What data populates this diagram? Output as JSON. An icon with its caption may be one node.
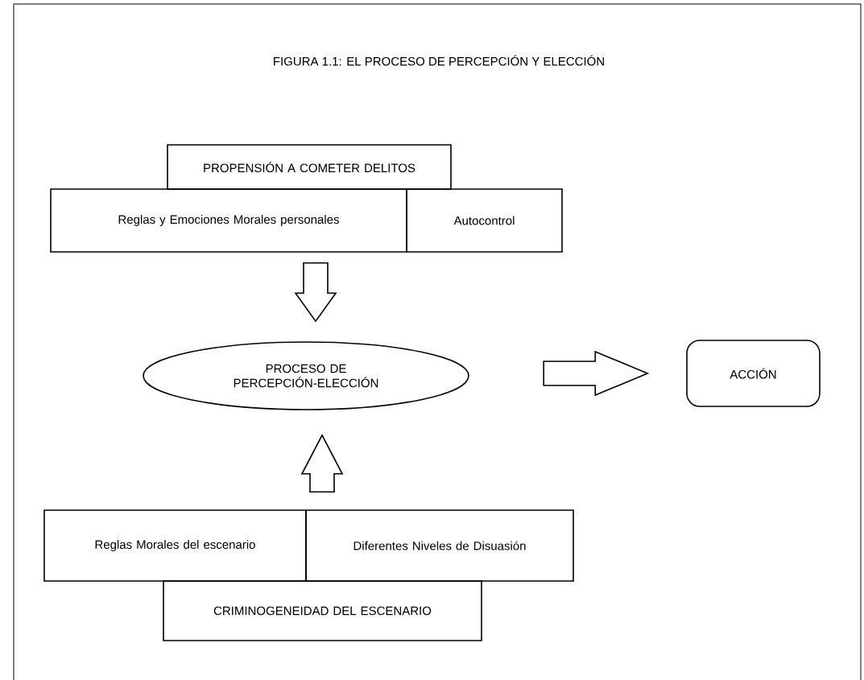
{
  "diagram": {
    "title": "FIGURA 1.1: EL PROCESO DE PERCEPCIÓN Y ELECCIÓN",
    "nodes": [
      {
        "text": [
          "PROPENSIÓN A COMETER DELITOS"
        ]
      },
      {
        "text": [
          "Reglas y Emociones Morales personales"
        ]
      },
      {
        "text": [
          "Autocontrol"
        ]
      },
      {
        "text": [
          "PROCESO DE PERCEPCIÓN-ELECCIÓN"
        ]
      },
      {
        "text": [
          "ACCIÓN"
        ]
      },
      {
        "text": [
          "Reglas Morales del escenario"
        ]
      },
      {
        "text": [
          "Diferentes Niveles de Disuasión"
        ]
      },
      {
        "text": [
          "CRIMINOGENEIDAD DEL ESCENARIO"
        ]
      }
    ],
    "edges": [
      {
        "from": 1,
        "to": 3,
        "arrow": "to"
      },
      {
        "from": 6,
        "to": 3,
        "arrow": "to"
      },
      {
        "from": 3,
        "to": 4,
        "arrow": "to"
      }
    ]
  }
}
